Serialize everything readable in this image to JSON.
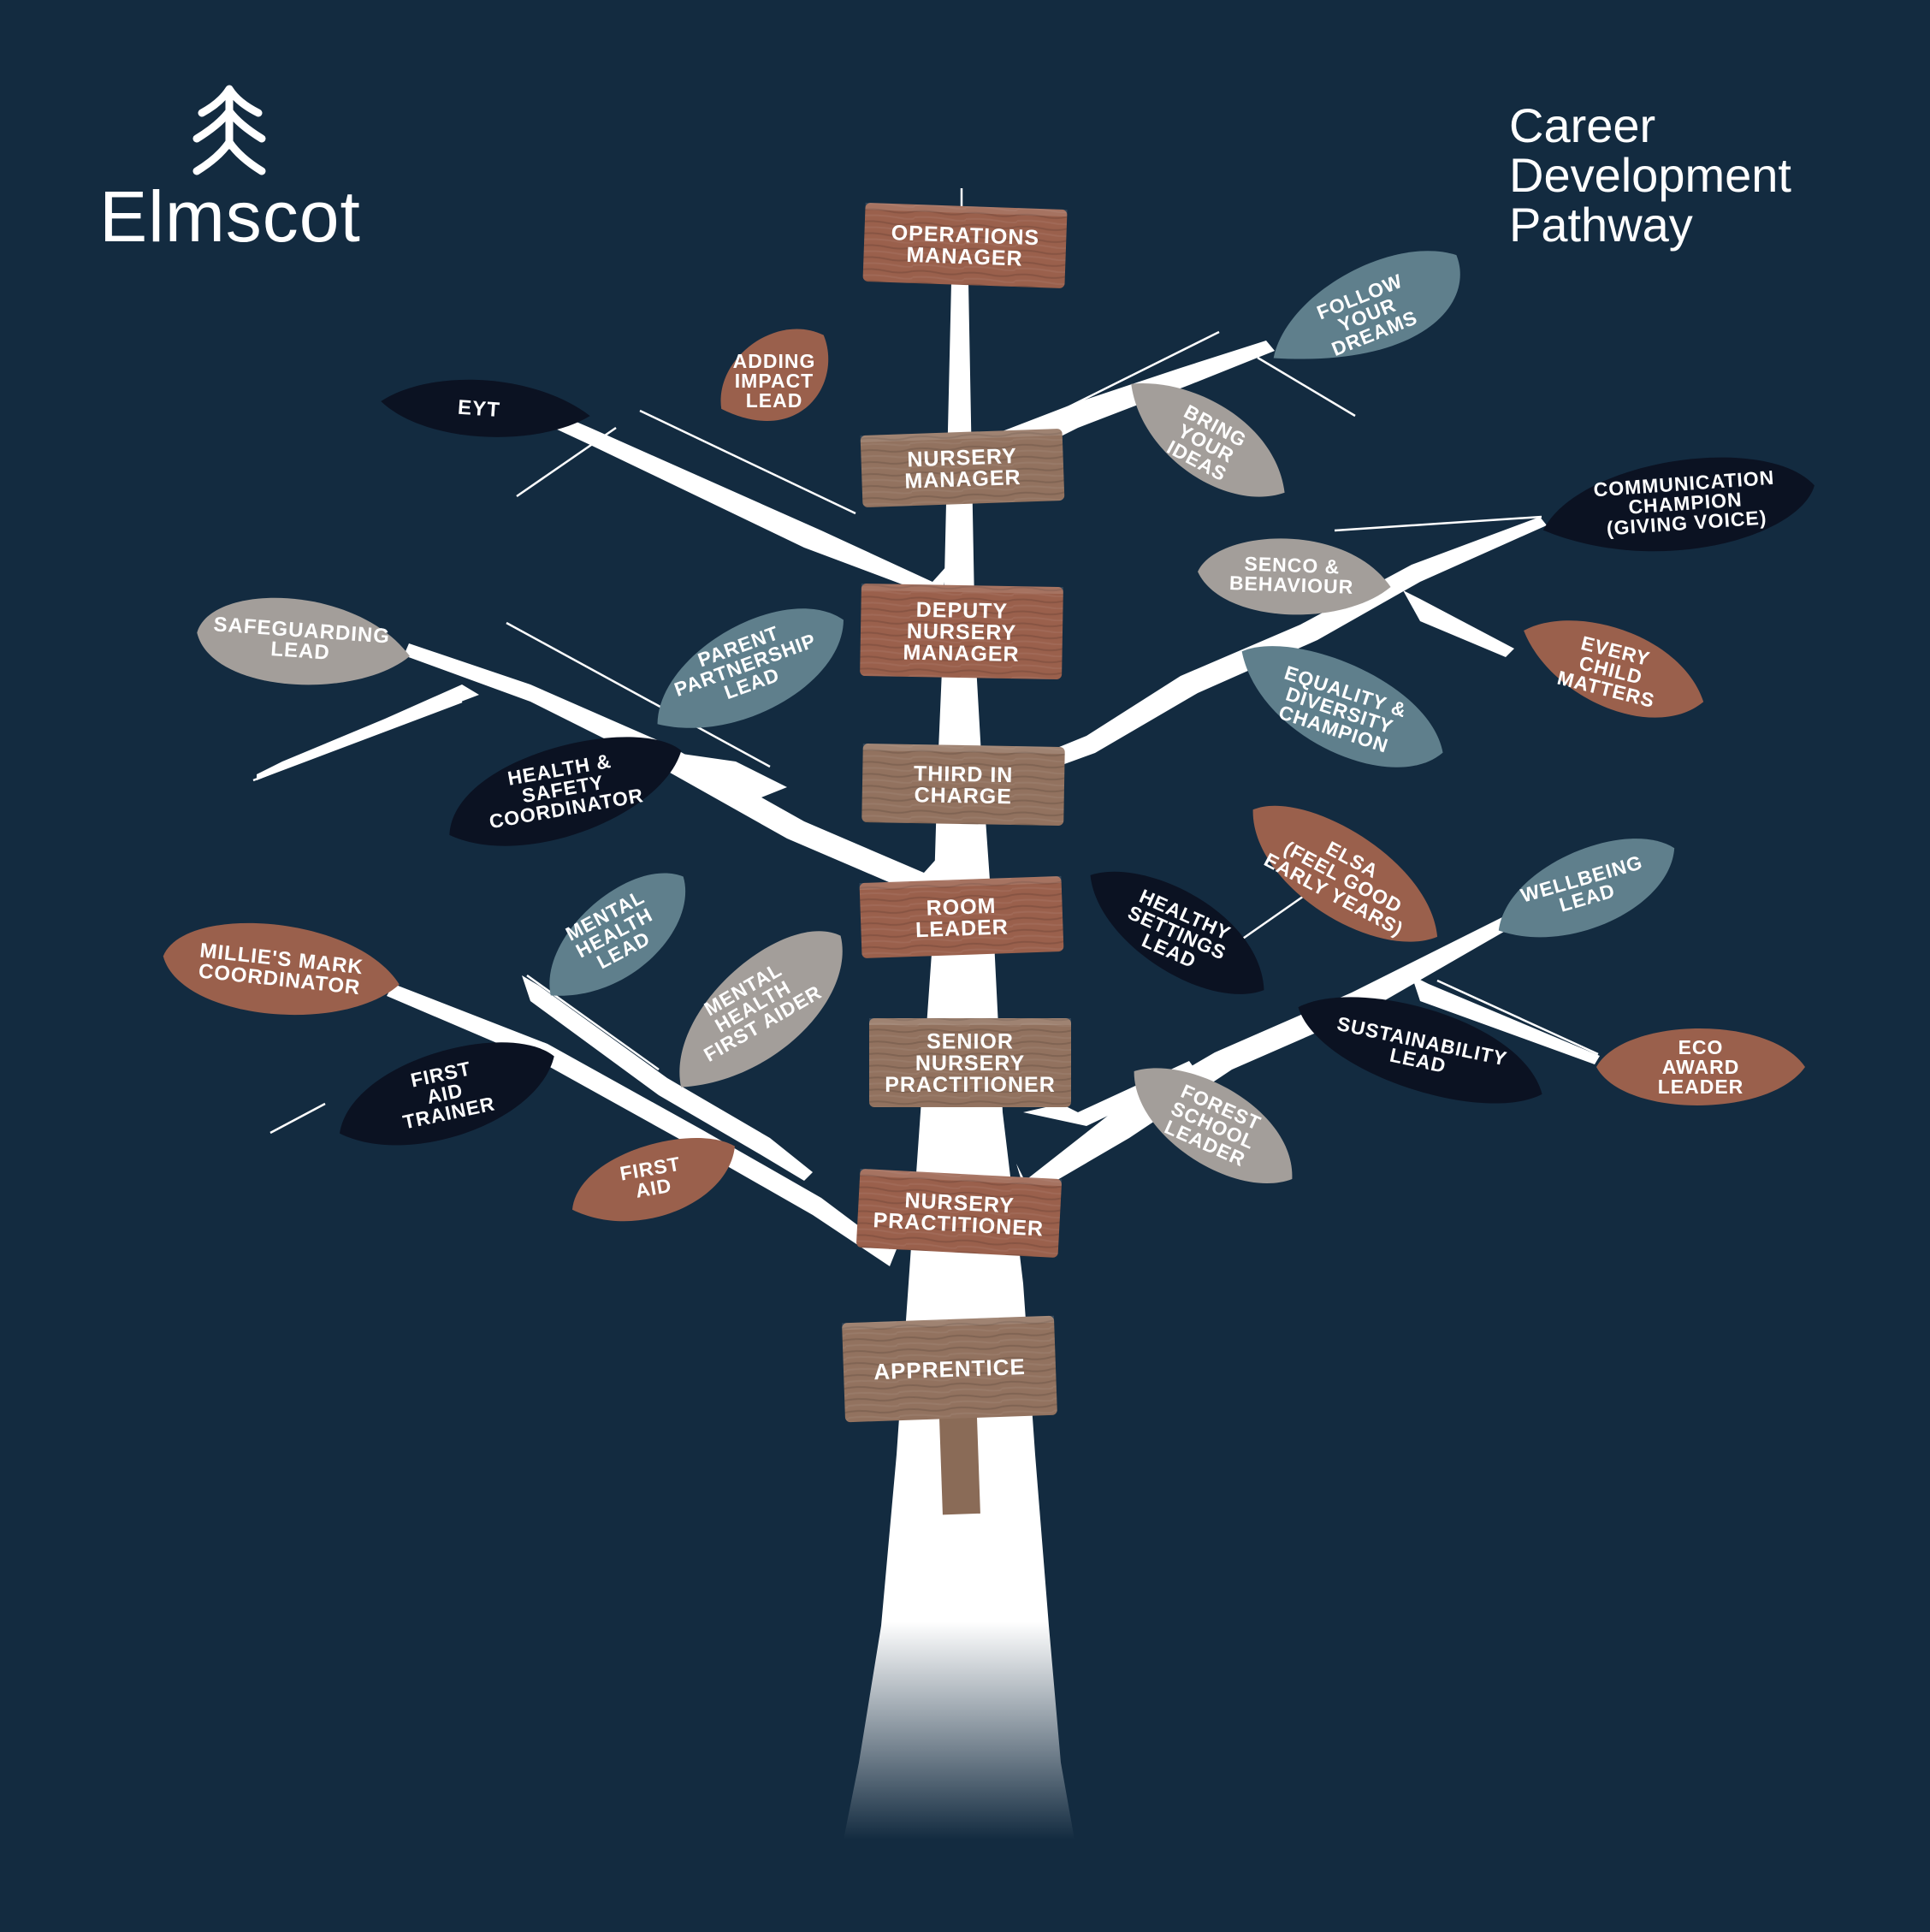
{
  "brand": {
    "name": "Elmscot",
    "logo_icon": "pine-tree-logo-icon"
  },
  "title": {
    "lines": [
      "Career",
      "Development",
      "Pathway"
    ]
  },
  "colors": {
    "background": "#132b40",
    "trunk": "#ffffff",
    "sign_wood": "#9a604c",
    "sign_light_wood": "#92725f",
    "leaf_navy": "#0b1222",
    "leaf_rust": "#9a604c",
    "leaf_slate": "#5f7f8c",
    "leaf_grey": "#a39e9a"
  },
  "signs": [
    {
      "id": "operations-manager",
      "lines": [
        "OPERATIONS",
        "MANAGER"
      ]
    },
    {
      "id": "nursery-manager",
      "lines": [
        "NURSERY",
        "MANAGER"
      ]
    },
    {
      "id": "deputy-nursery-manager",
      "lines": [
        "DEPUTY",
        "NURSERY",
        "MANAGER"
      ]
    },
    {
      "id": "third-in-charge",
      "lines": [
        "THIRD IN",
        "CHARGE"
      ]
    },
    {
      "id": "room-leader",
      "lines": [
        "ROOM",
        "LEADER"
      ]
    },
    {
      "id": "senior-nursery-practitioner",
      "lines": [
        "SENIOR",
        "NURSERY",
        "PRACTITIONER"
      ]
    },
    {
      "id": "nursery-practitioner",
      "lines": [
        "NURSERY",
        "PRACTITIONER"
      ]
    },
    {
      "id": "apprentice",
      "lines": [
        "APPRENTICE"
      ]
    }
  ],
  "leaves": [
    {
      "id": "eyt",
      "lines": [
        "EYT"
      ]
    },
    {
      "id": "adding-impact-lead",
      "lines": [
        "ADDING",
        "IMPACT",
        "LEAD"
      ]
    },
    {
      "id": "follow-your-dreams",
      "lines": [
        "FOLLOW",
        "YOUR",
        "DREAMS"
      ]
    },
    {
      "id": "bring-your-ideas",
      "lines": [
        "BRING",
        "YOUR",
        "IDEAS"
      ]
    },
    {
      "id": "communication-champion",
      "lines": [
        "COMMUNICATION",
        "CHAMPION",
        "(GIVING VOICE)"
      ]
    },
    {
      "id": "senco-behaviour",
      "lines": [
        "SENCO &",
        "BEHAVIOUR"
      ]
    },
    {
      "id": "every-child-matters",
      "lines": [
        "EVERY",
        "CHILD",
        "MATTERS"
      ]
    },
    {
      "id": "equality-diversity-champion",
      "lines": [
        "EQUALITY &",
        "DIVERSITY",
        "CHAMPION"
      ]
    },
    {
      "id": "safeguarding-lead",
      "lines": [
        "SAFEGUARDING",
        "LEAD"
      ]
    },
    {
      "id": "parent-partnership-lead",
      "lines": [
        "PARENT",
        "PARTNERSHIP",
        "LEAD"
      ]
    },
    {
      "id": "health-safety-coordinator",
      "lines": [
        "HEALTH &",
        "SAFETY",
        "COORDINATOR"
      ]
    },
    {
      "id": "elsa",
      "lines": [
        "ELSA",
        "(FEEL GOOD",
        "EARLY YEARS)"
      ]
    },
    {
      "id": "wellbeing-lead",
      "lines": [
        "WELLBEING",
        "LEAD"
      ]
    },
    {
      "id": "healthy-settings-lead",
      "lines": [
        "HEALTHY",
        "SETTINGS",
        "LEAD"
      ]
    },
    {
      "id": "millies-mark-coordinator",
      "lines": [
        "MILLIE'S MARK",
        "COORDINATOR"
      ]
    },
    {
      "id": "mental-health-lead",
      "lines": [
        "MENTAL",
        "HEALTH",
        "LEAD"
      ]
    },
    {
      "id": "mental-health-first-aider",
      "lines": [
        "MENTAL",
        "HEALTH",
        "FIRST AIDER"
      ]
    },
    {
      "id": "sustainability-lead",
      "lines": [
        "SUSTAINABILITY",
        "LEAD"
      ]
    },
    {
      "id": "eco-award-leader",
      "lines": [
        "ECO",
        "AWARD",
        "LEADER"
      ]
    },
    {
      "id": "first-aid-trainer",
      "lines": [
        "FIRST",
        "AID",
        "TRAINER"
      ]
    },
    {
      "id": "forest-school-leader",
      "lines": [
        "FOREST",
        "SCHOOL",
        "LEADER"
      ]
    },
    {
      "id": "first-aid",
      "lines": [
        "FIRST",
        "AID"
      ]
    }
  ]
}
